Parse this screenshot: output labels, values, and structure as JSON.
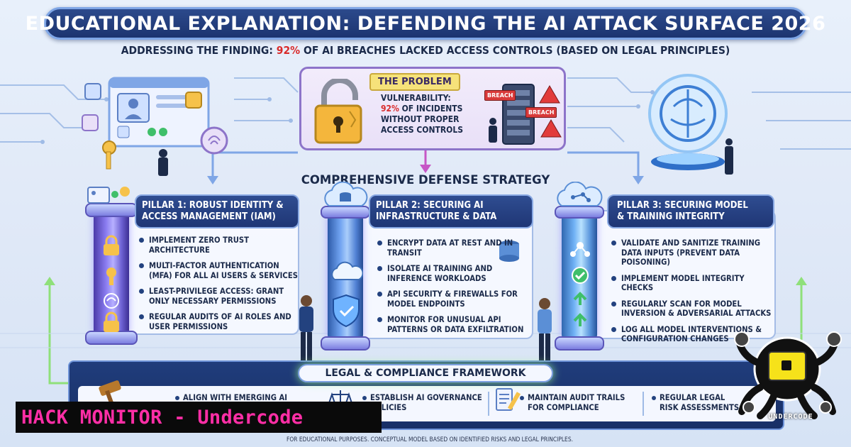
{
  "header": {
    "title": "EDUCATIONAL EXPLANATION: DEFENDING THE AI ATTACK SURFACE 2026",
    "subtitle_before": "ADDRESSING THE FINDING: ",
    "subtitle_highlight": "92%",
    "subtitle_after": " OF AI BREACHES LACKED ACCESS CONTROLS (BASED ON LEGAL PRINCIPLES)"
  },
  "problem": {
    "label": "THE PROBLEM",
    "line1": "VULNERABILITY:",
    "highlight": "92%",
    "line2_rest": " OF INCIDENTS",
    "line3": "WITHOUT PROPER",
    "line4": "ACCESS CONTROLS",
    "breach_label_1": "BREACH",
    "breach_label_2": "BREACH"
  },
  "strategy": {
    "title": "COMPREHENSIVE DEFENSE STRATEGY"
  },
  "pillars": [
    {
      "title_line1": "PILLAR 1: ROBUST IDENTITY &",
      "title_line2": "ACCESS MANAGEMENT (IAM)",
      "items": [
        "IMPLEMENT ZERO TRUST ARCHITECTURE",
        "MULTI-FACTOR AUTHENTICATION (MFA) FOR ALL AI USERS & SERVICES",
        "LEAST-PRIVILEGE ACCESS: GRANT ONLY NECESSARY PERMISSIONS",
        "REGULAR AUDITS OF AI ROLES AND USER PERMISSIONS"
      ]
    },
    {
      "title_line1": "PILLAR 2: SECURING AI",
      "title_line2": "INFRASTRUCTURE & DATA",
      "items": [
        "ENCRYPT DATA AT REST AND IN TRANSIT",
        "ISOLATE AI TRAINING AND INFERENCE WORKLOADS",
        "API SECURITY & FIREWALLS FOR MODEL ENDPOINTS",
        "MONITOR FOR UNUSUAL API PATTERNS OR DATA EXFILTRATION"
      ]
    },
    {
      "title_line1": "PILLAR 3: SECURING MODEL",
      "title_line2": "& TRAINING INTEGRITY",
      "items": [
        "VALIDATE AND SANITIZE TRAINING DATA INPUTS (PREVENT DATA POISONING)",
        "IMPLEMENT MODEL INTEGRITY CHECKS",
        "REGULARLY SCAN FOR MODEL INVERSION & ADVERSARIAL ATTACKS",
        "LOG ALL MODEL INTERVENTIONS & CONFIGURATION CHANGES"
      ]
    }
  ],
  "legal": {
    "title": "LEGAL & COMPLIANCE FRAMEWORK",
    "items": [
      "ALIGN WITH EMERGING AI",
      "ESTABLISH AI GOVERNANCE POLICIES",
      "MAINTAIN AUDIT TRAILS FOR COMPLIANCE",
      "REGULAR LEGAL RISK ASSESSMENTS"
    ]
  },
  "footer": {
    "note": "FOR EDUCATIONAL PURPOSES. CONCEPTUAL MODEL BASED ON IDENTIFIED RISKS AND LEGAL PRINCIPLES."
  },
  "watermark": {
    "banner": "HACK MONITOR - Undercode",
    "logo": "UNDERCODE"
  },
  "icons": {
    "lock": "padlock-icon",
    "key": "key-icon",
    "fingerprint": "fingerprint-icon",
    "cloud": "cloud-database-icon",
    "shield": "shield-check-icon",
    "brain": "ai-brain-globe-icon",
    "gavel": "gavel-icon",
    "scales": "scales-icon",
    "document": "document-pen-icon",
    "warning": "warning-triangle-icon"
  },
  "colors": {
    "title_bg": "#1c3470",
    "highlight_red": "#d92b2b",
    "pillar_header": "#1f3675",
    "banner_pink": "#ff2ea6",
    "legal_glow": "#a0ff8c"
  }
}
